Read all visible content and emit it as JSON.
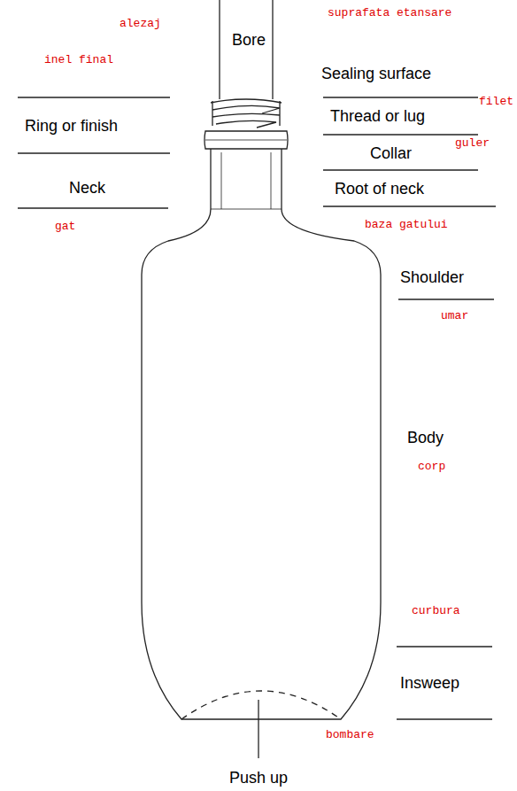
{
  "diagram": {
    "labels": [
      "alezaj",
      "Bore",
      "suprafata etansare",
      "inel final",
      "Sealing surface",
      "Ring or finish",
      "Thread or lug",
      "filet",
      "guler",
      "Collar",
      "Neck",
      "Root of neck",
      "gat",
      "baza gatului",
      "Shoulder",
      "umar",
      "Body",
      "corp",
      "curbura",
      "Insweep",
      "bombare",
      "Push up"
    ]
  }
}
